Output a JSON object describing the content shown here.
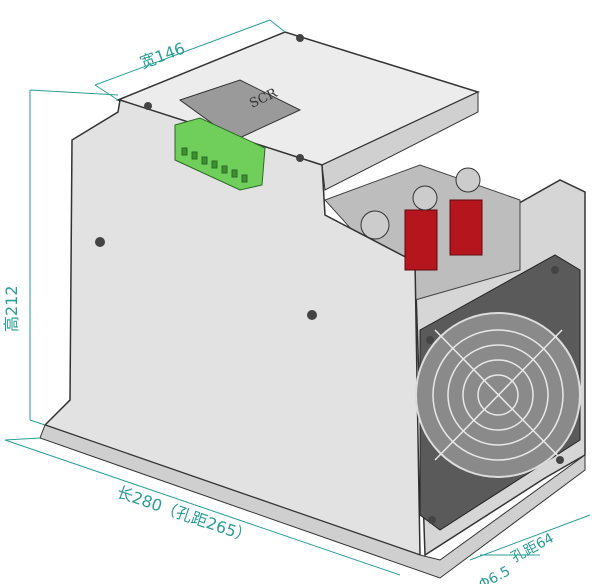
{
  "dimensions": {
    "width_label": "宽146",
    "height_label": "高212",
    "length_label": "长280（孔距265）",
    "hole_spacing_label": "孔距64",
    "hole_diameter_label": "Φ6.5"
  },
  "nameplate": {
    "logo": "SCR"
  },
  "colors": {
    "dimension": "#2a9d96",
    "terminal_green": "#6fcf5a",
    "fuse_red": "#b5161e",
    "panel": "#e4e4e4"
  }
}
